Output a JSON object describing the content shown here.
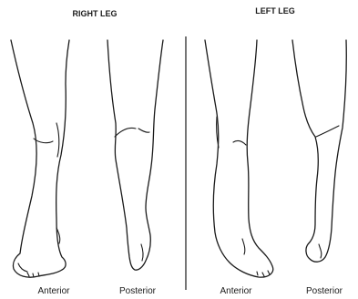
{
  "headings": {
    "right": "RIGHT LEG",
    "left": "LEFT LEG"
  },
  "views": {
    "right_anterior": "Anterior",
    "right_posterior": "Posterior",
    "left_anterior": "Anterior",
    "left_posterior": "Posterior"
  }
}
